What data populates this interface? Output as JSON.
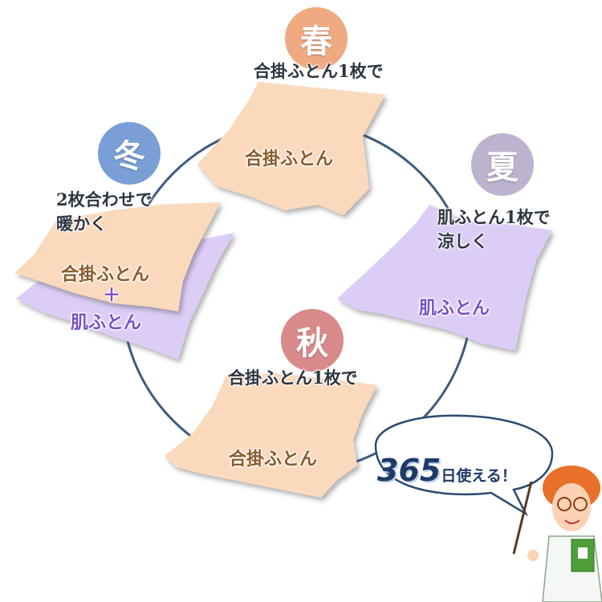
{
  "seasons": {
    "spring": {
      "name": "春",
      "color": "#f0aa82",
      "caption": "合掛ふとん1枚で",
      "futon": "合掛ふとん"
    },
    "summer": {
      "name": "夏",
      "color": "#bdb3cf",
      "caption_line1": "肌ふとん1枚で",
      "caption_line2": "涼しく",
      "futon": "肌ふとん"
    },
    "autumn": {
      "name": "秋",
      "color": "#d98a8a",
      "caption": "合掛ふとん1枚で",
      "futon": "合掛ふとん"
    },
    "winter": {
      "name": "冬",
      "color": "#7a9fd6",
      "caption_line1": "2枚合わせで",
      "caption_line2": "暖かく",
      "futon_top": "合掛ふとん",
      "plus": "＋",
      "futon_bottom": "肌ふとん"
    }
  },
  "colors": {
    "ring": "#3d5a80",
    "futon_peach": "#fad9bd",
    "futon_lavender": "#dccdf7"
  },
  "bubble": {
    "number": "365",
    "text": "日使える！"
  }
}
